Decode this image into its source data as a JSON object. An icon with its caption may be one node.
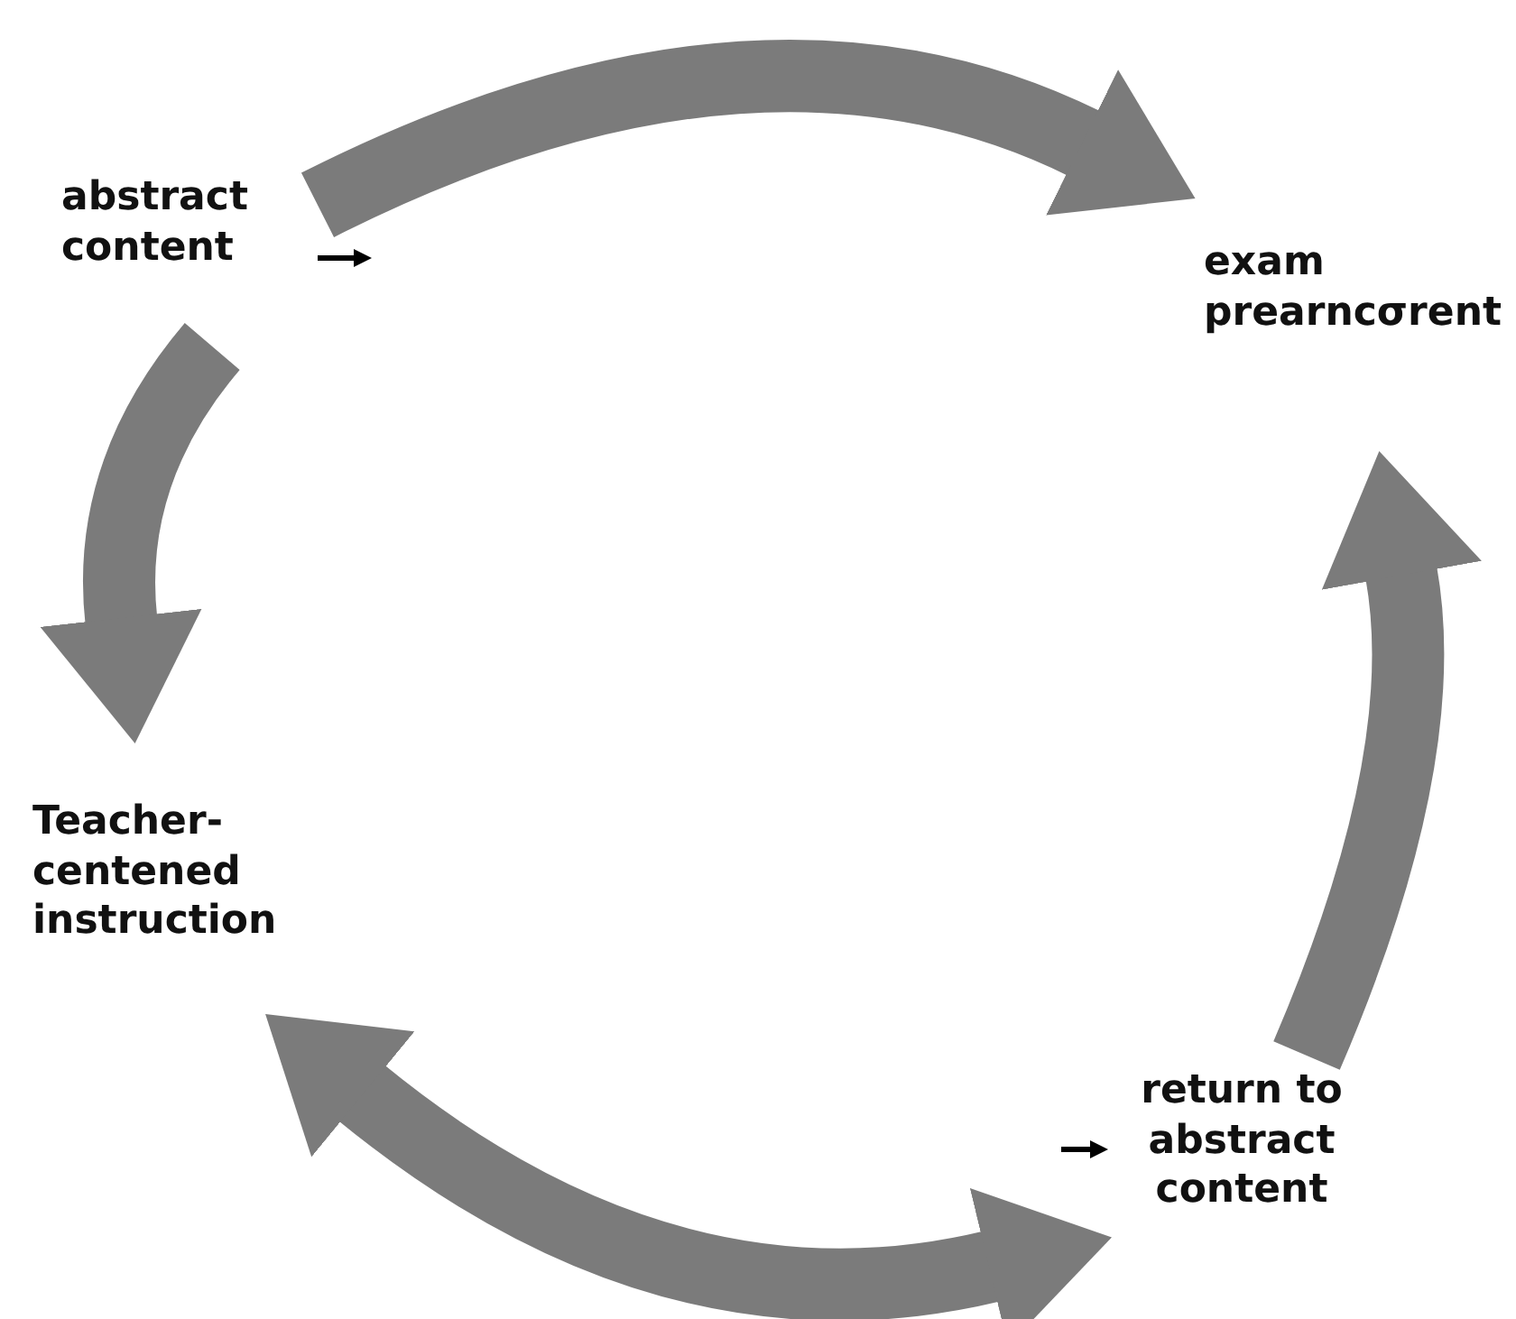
{
  "diagram": {
    "nodes": [
      {
        "text": [
          "abstract content"
        ]
      },
      {
        "text": [
          "exam prearncσrent"
        ]
      },
      {
        "text": [
          "Teacher- centened instruction"
        ]
      },
      {
        "text": [
          "return to abstract content"
        ]
      }
    ],
    "edges": [
      {
        "from": 0,
        "to": 1,
        "arrow": "to"
      },
      {
        "from": 0,
        "to": 2,
        "arrow": "to"
      },
      {
        "from": 2,
        "to": 3,
        "arrow": "both"
      },
      {
        "from": 3,
        "to": 1,
        "arrow": "to"
      }
    ]
  }
}
